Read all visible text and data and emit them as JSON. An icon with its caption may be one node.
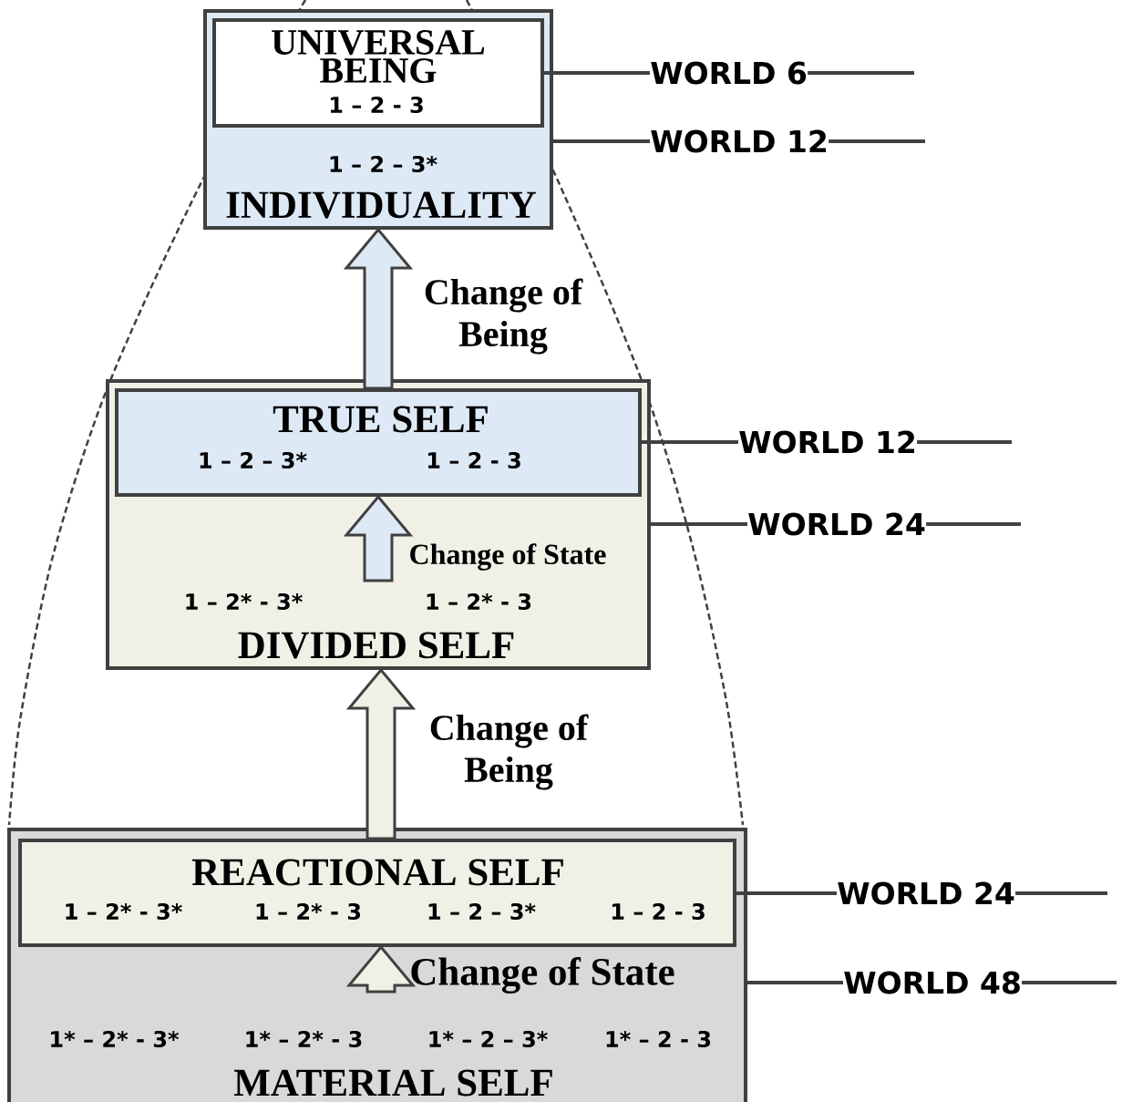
{
  "diagram": {
    "nodes": [
      {
        "text": [
          "1 – 2 – 3*",
          "INDIVIDUALITY"
        ]
      },
      {
        "text": [
          "UNIVERSAL BEING",
          "1 – 2 - 3"
        ],
        "in": 0
      },
      {
        "text": [
          "1 – 2* - 3*",
          "1 – 2* - 3",
          "DIVIDED SELF"
        ]
      },
      {
        "text": [
          "TRUE SELF",
          "1 – 2 – 3*",
          "1 – 2 - 3"
        ],
        "in": 2
      },
      {
        "text": [
          "1* – 2* - 3*",
          "1* – 2* - 3",
          "1* – 2 – 3*",
          "1* – 2 - 3",
          "MATERIAL SELF"
        ]
      },
      {
        "text": [
          "REACTIONAL SELF",
          "1 – 2* - 3*",
          "1 – 2* - 3",
          "1 – 2 – 3*",
          "1 – 2 - 3"
        ],
        "in": 4
      },
      {
        "text": [
          "WORLD 6"
        ]
      },
      {
        "text": [
          "WORLD 12"
        ]
      },
      {
        "text": [
          "WORLD 12"
        ]
      },
      {
        "text": [
          "WORLD 24"
        ]
      },
      {
        "text": [
          "WORLD 24"
        ]
      },
      {
        "text": [
          "WORLD 48"
        ]
      }
    ],
    "edges": [
      {
        "from": 3,
        "to": 0,
        "arrow": "to",
        "label": "Change of Being"
      },
      {
        "from": 5,
        "to": 2,
        "arrow": "to",
        "label": "Change of Being"
      },
      {
        "from": null,
        "to": 3,
        "arrow": "to",
        "label": "Change of State"
      },
      {
        "from": null,
        "to": 5,
        "arrow": "to",
        "label": "Change of State"
      },
      {
        "from": 1,
        "to": 6,
        "arrow": "none"
      },
      {
        "from": 0,
        "to": 7,
        "arrow": "none"
      },
      {
        "from": 3,
        "to": 8,
        "arrow": "none"
      },
      {
        "from": 2,
        "to": 9,
        "arrow": "none"
      },
      {
        "from": 5,
        "to": 10,
        "arrow": "none"
      },
      {
        "from": 4,
        "to": 11,
        "arrow": "none"
      }
    ]
  }
}
